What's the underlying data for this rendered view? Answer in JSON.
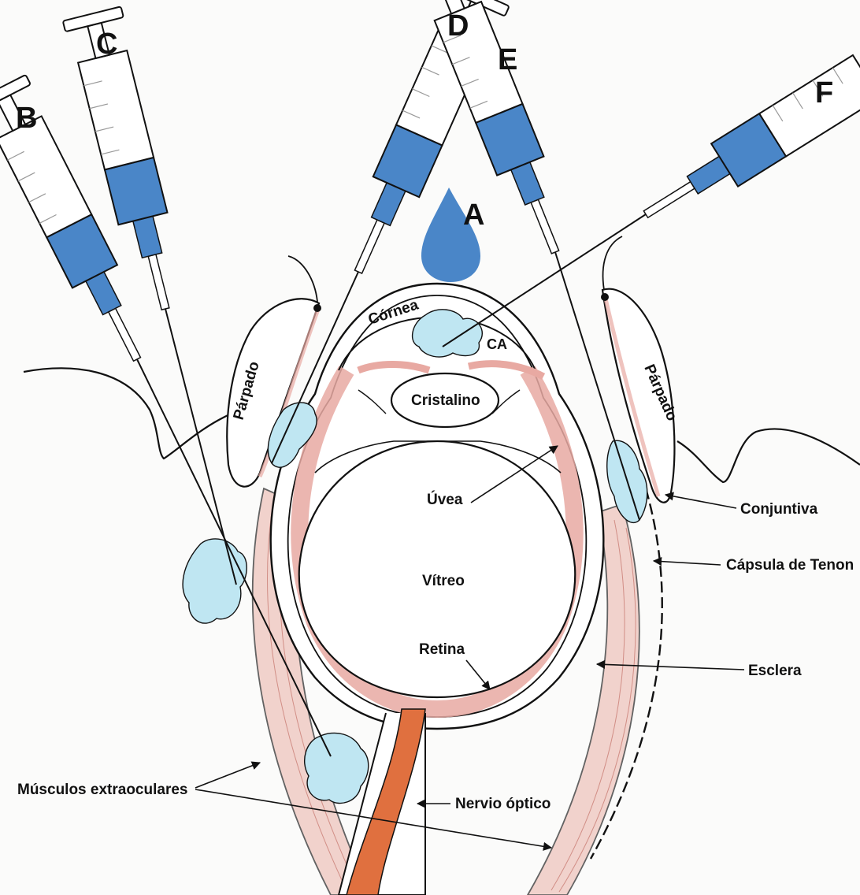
{
  "colors": {
    "background": "#fbfbfa",
    "outline": "#111111",
    "tissue_pink": "#e8a9a2",
    "muscle_pink": "#ecbdb5",
    "optic_nerve": "#e0703f",
    "drug_blue": "#4a86c8",
    "depot_blue": "#bfe6f2"
  },
  "routes": {
    "A": "A",
    "B": "B",
    "C": "C",
    "D": "D",
    "E": "E",
    "F": "F"
  },
  "labels": {
    "cornea": "Córnea",
    "ca": "CA",
    "cristalino": "Cristalino",
    "parpado_left": "Párpado",
    "parpado_right": "Párpado",
    "uvea": "Úvea",
    "conjuntiva": "Conjuntiva",
    "capsula_tenon": "Cápsula de Tenon",
    "vitreo": "Vítreo",
    "retina": "Retina",
    "esclera": "Esclera",
    "musculos": "Músculos extraoculares",
    "nervio_optico": "Nervio óptico"
  }
}
